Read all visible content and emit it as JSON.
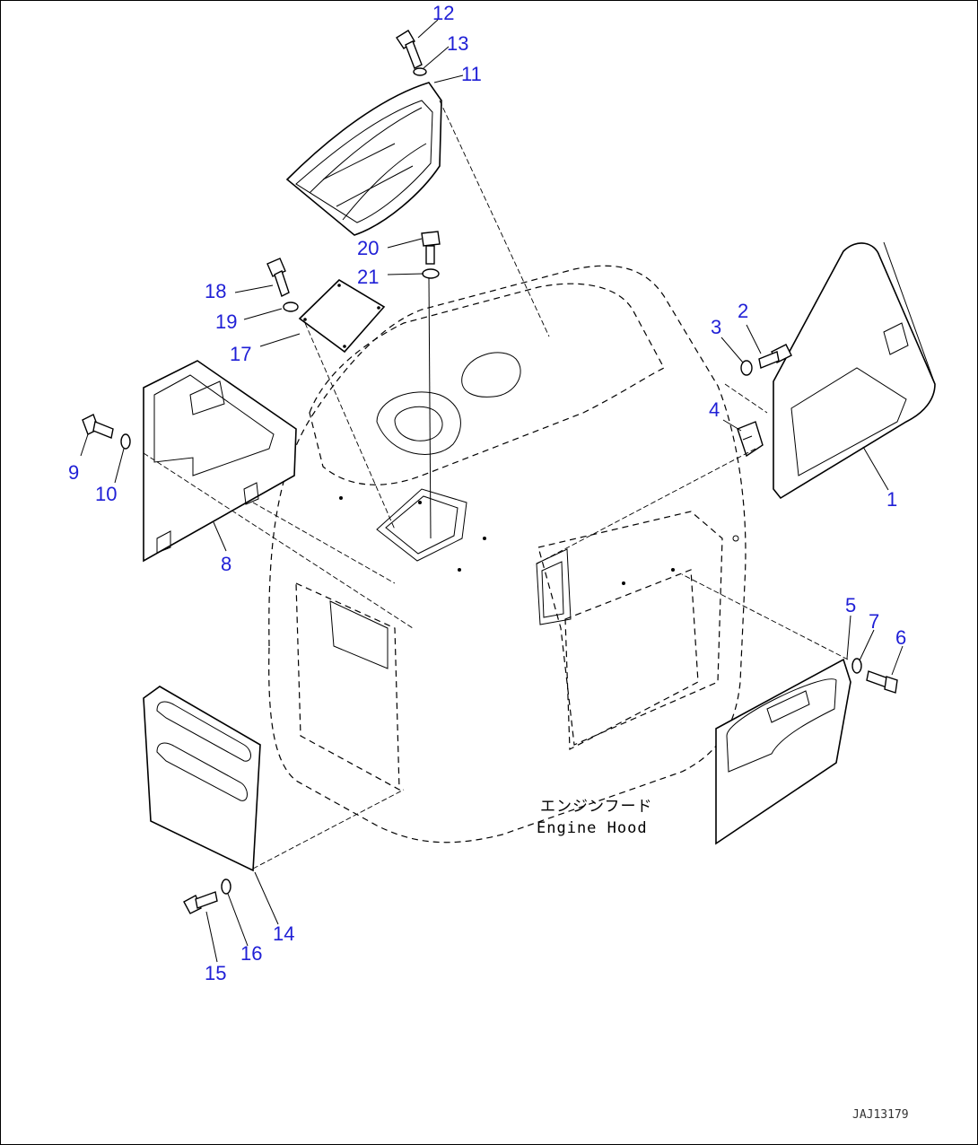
{
  "diagram": {
    "hood_label": {
      "japanese": "エンジンフード",
      "english": "Engine Hood"
    },
    "drawing_code": "JAJ13179",
    "callout_color": "#1f1fd6",
    "callouts": [
      "12",
      "13",
      "11",
      "20",
      "21",
      "18",
      "19",
      "17",
      "9",
      "10",
      "8",
      "3",
      "2",
      "4",
      "1",
      "5",
      "7",
      "6",
      "14",
      "16",
      "15"
    ]
  }
}
